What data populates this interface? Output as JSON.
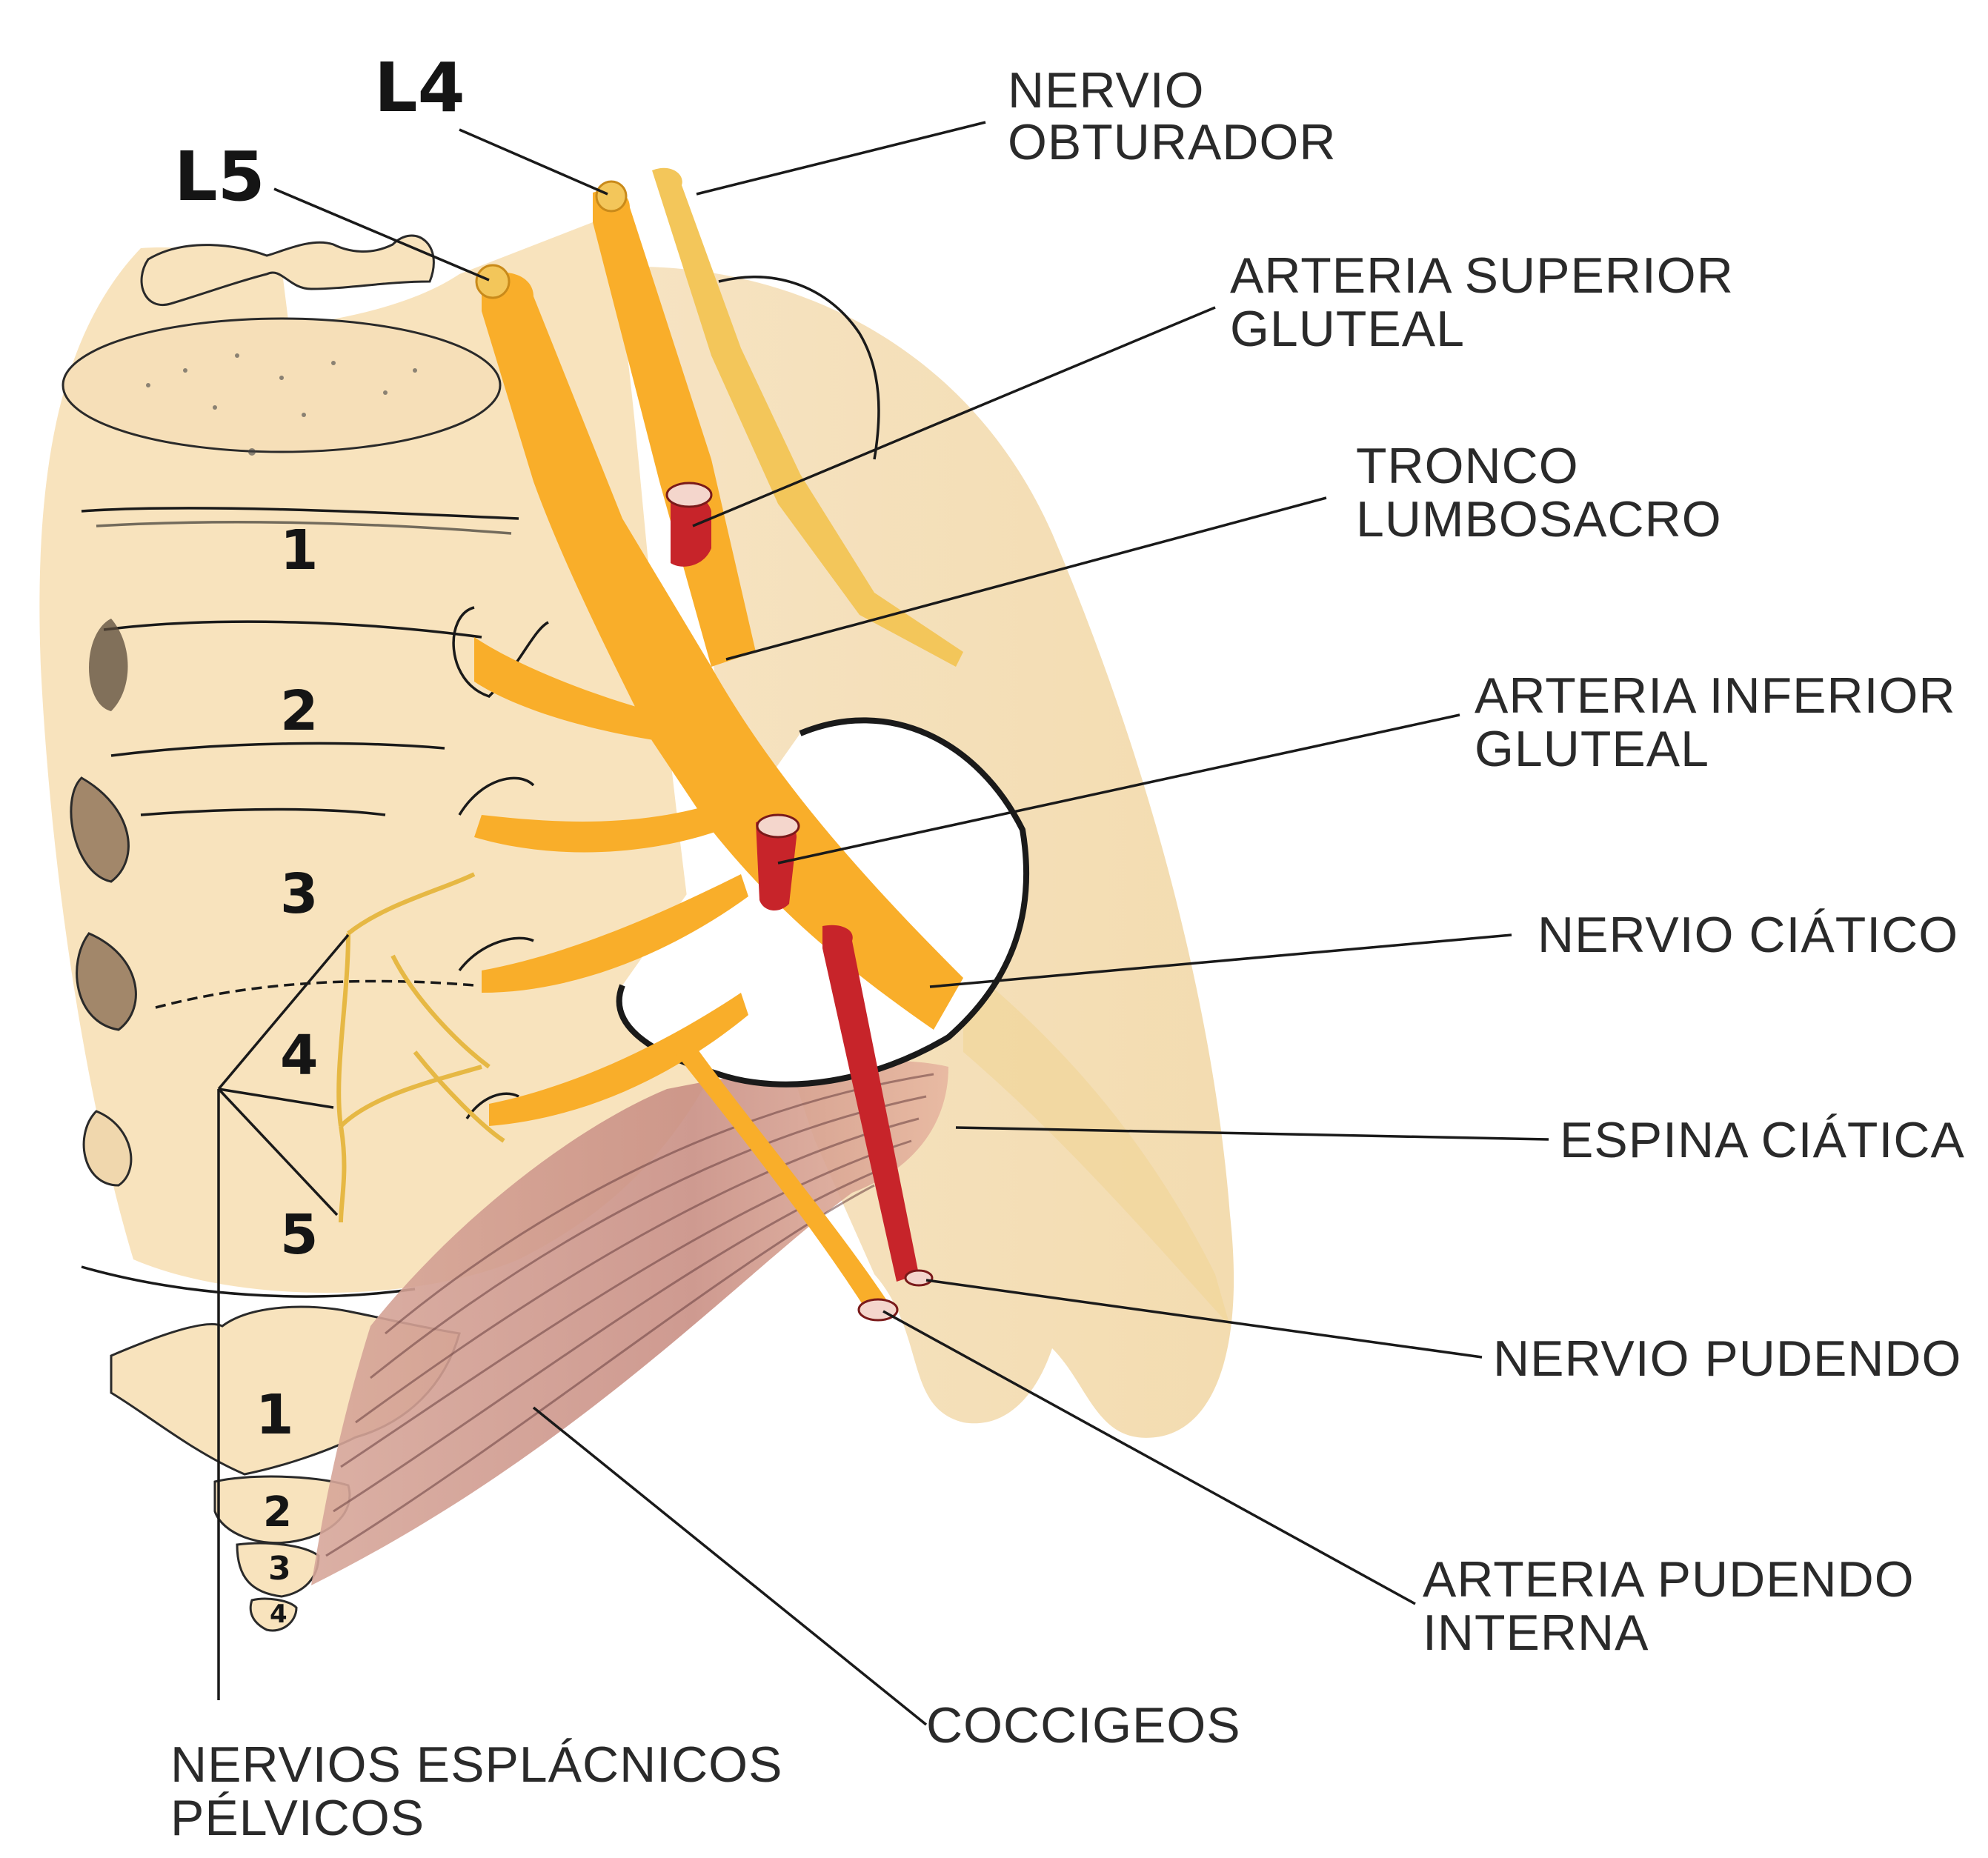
{
  "labels": {
    "l4": "L4",
    "l5": "L5",
    "nervio_obturador": [
      "NERVIO",
      "OBTURADOR"
    ],
    "arteria_superior_gluteal": [
      "ARTERIA SUPERIOR",
      "GLUTEAL"
    ],
    "tronco_lumbosacro": [
      "TRONCO",
      "LUMBOSACRO"
    ],
    "arteria_inferior_gluteal": [
      "ARTERIA INFERIOR",
      "GLUTEAL"
    ],
    "nervio_ciatico": "NERVIO CIÁTICO",
    "espina_ciatica": "ESPINA CIÁTICA",
    "nervio_pudendo": "NERVIO PUDENDO",
    "arteria_pudendo_interna": [
      "ARTERIA PUDENDO",
      "INTERNA"
    ],
    "coccigeos": "COCCIGEOS",
    "nervios_esplacnicos_pelvicos": [
      "NERVIOS ESPLÁCNICOS",
      "PÉLVICOS"
    ]
  },
  "sacral_numbers": [
    "1",
    "2",
    "3",
    "4",
    "5"
  ],
  "coccygeal_numbers": [
    "1",
    "2",
    "3",
    "4"
  ],
  "colors": {
    "bone": "#f8e3bd",
    "bone_shade": "#efd29f",
    "ilium": "#f6e4c4",
    "nerve": "#f9ae2a",
    "nerve_light": "#f3c65a",
    "artery": "#c7242a",
    "muscle": "#c9958a",
    "outline": "#1a1a1a"
  }
}
